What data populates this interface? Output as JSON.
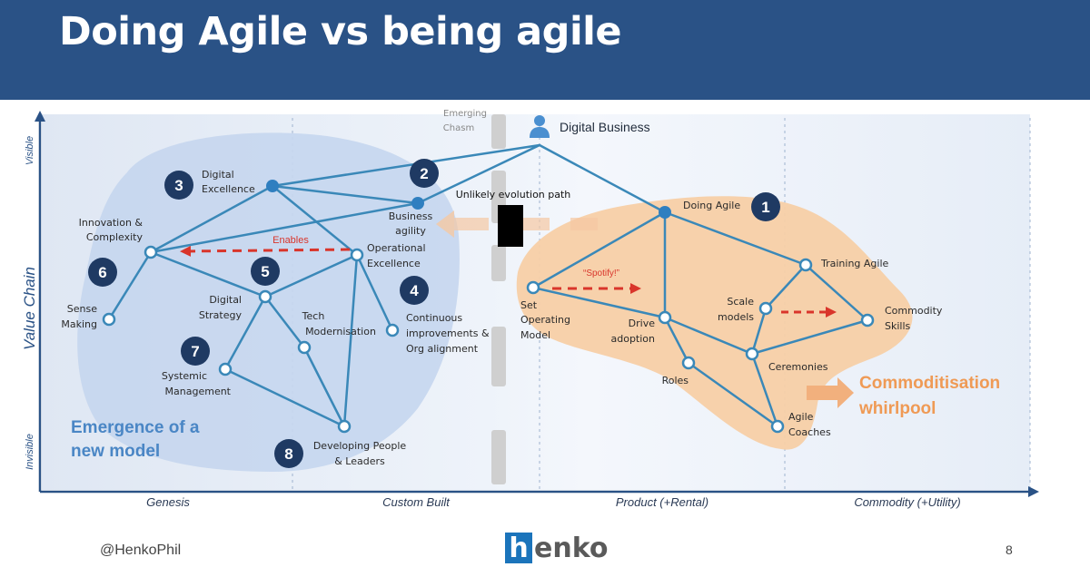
{
  "slide": {
    "title": "Doing Agile vs being agile",
    "footer_handle": "@HenkoPhil",
    "logo_h": "h",
    "logo_rest": "enko",
    "page_number": "8"
  },
  "axes": {
    "y_label": "Value Chain",
    "y_top": "Visible",
    "y_bottom": "Invisible",
    "x_stages": [
      "Genesis",
      "Custom Built",
      "Product (+Rental)",
      "Commodity (+Utility)"
    ]
  },
  "chasm": {
    "line1": "Emerging",
    "line2": "Chasm"
  },
  "anchor": {
    "label": "Digital Business"
  },
  "regions": {
    "left_line1": "Emergence of a",
    "left_line2": "new model",
    "right_line1": "Commoditisation",
    "right_line2": "whirlpool"
  },
  "arrows": {
    "unlikely_path": "Unlikely evolution path",
    "enables": "Enables",
    "spotify": "“Spotify!”"
  },
  "node_labels": {
    "digital_excellence": [
      "Digital",
      "Excellence"
    ],
    "business_agility": [
      "Business",
      "agility"
    ],
    "innovation": [
      "Innovation &",
      "Complexity"
    ],
    "operational": [
      "Operational",
      "Excellence"
    ],
    "sense_making": [
      "Sense",
      "Making"
    ],
    "digital_strategy": [
      "Digital",
      "Strategy"
    ],
    "tech_modern": [
      "Tech",
      "Modernisation"
    ],
    "continuous": [
      "Continuous",
      "improvements &",
      "Org alignment"
    ],
    "systemic": [
      "Systemic",
      "Management"
    ],
    "developing": [
      "Developing People",
      "& Leaders"
    ],
    "doing_agile": [
      "Doing Agile"
    ],
    "training_agile": [
      "Training Agile"
    ],
    "set_operating": [
      "Set",
      "Operating",
      "Model"
    ],
    "drive_adoption": [
      "Drive",
      "adoption"
    ],
    "scale_models": [
      "Scale",
      "models"
    ],
    "commodity_skills": [
      "Commodity",
      "Skills"
    ],
    "ceremonies": [
      "Ceremonies"
    ],
    "roles": [
      "Roles"
    ],
    "agile_coaches": [
      "Agile",
      "Coaches"
    ]
  },
  "badges": [
    "1",
    "2",
    "3",
    "4",
    "5",
    "6",
    "7",
    "8"
  ],
  "colors": {
    "title_bar": "#2a5286",
    "line": "#3a88b8",
    "badge": "#1f3a63",
    "left_blob": "#c5d6ee",
    "right_blob": "#f7cfa6",
    "arrow_red": "#d9352b",
    "arrow_orange": "#f2b07d",
    "left_region_text": "#4a86c5",
    "right_region_text": "#ef9a55"
  }
}
